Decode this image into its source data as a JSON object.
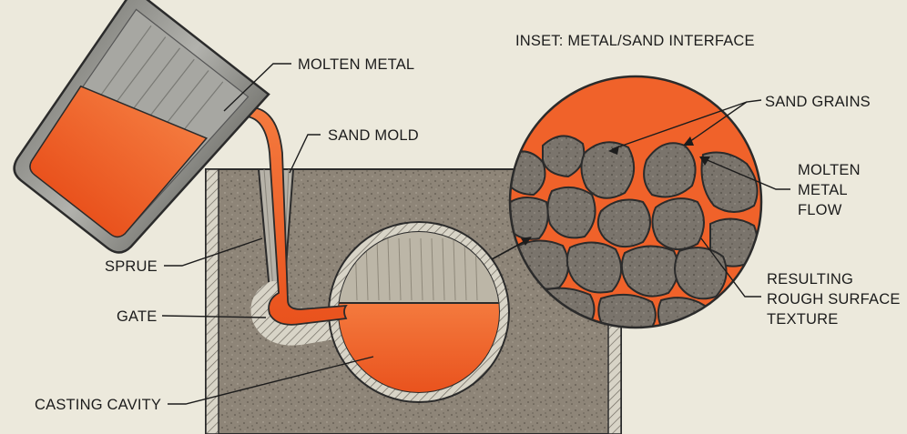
{
  "labels": {
    "molten_metal": "MOLTEN METAL",
    "sand_mold": "SAND MOLD",
    "sprue": "SPRUE",
    "gate": "GATE",
    "casting_cavity": "CASTING CAVITY",
    "inset_title": "INSET: METAL/SAND INTERFACE",
    "sand_grains": "SAND GRAINS",
    "molten_metal_flow": [
      "MOLTEN",
      "METAL",
      "FLOW"
    ],
    "rough_surface": [
      "RESULTING",
      "ROUGH SURFACE",
      "TEXTURE"
    ]
  },
  "colors": {
    "background": "#ece9dc",
    "sand": "#8e8578",
    "molten_metal": "#f0622a",
    "ladle_steel": "#9e9e99",
    "outline": "#2b2b2b",
    "grain": "#7a746c"
  }
}
